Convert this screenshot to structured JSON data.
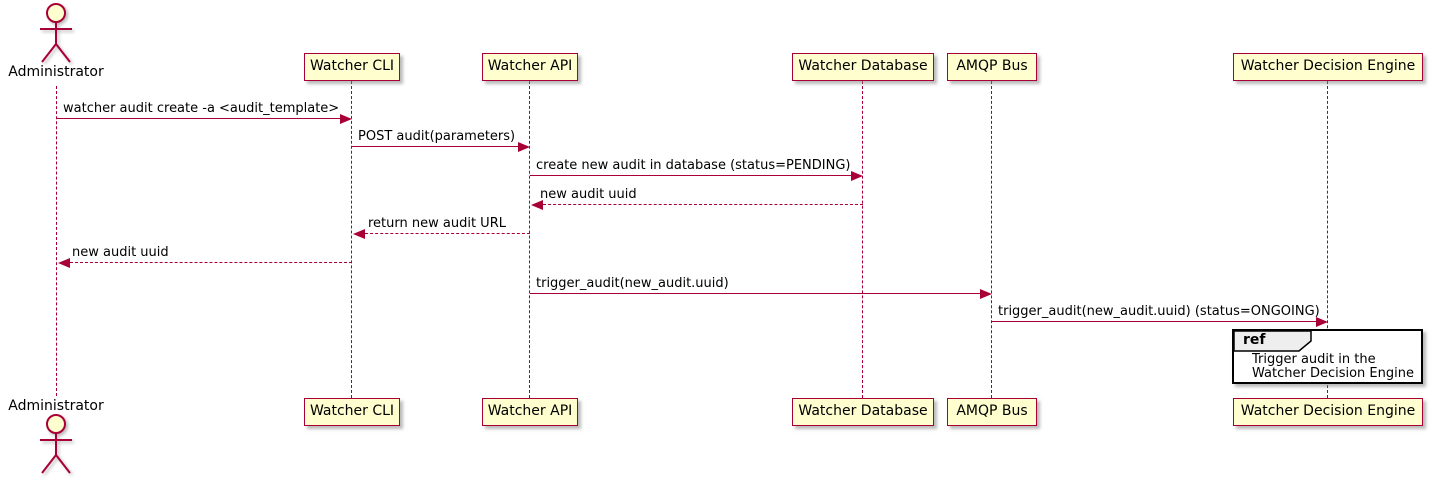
{
  "diagram_type": "sequence",
  "colors": {
    "stroke": "#a80036",
    "participant_fill": "#fefece",
    "ref_header_fill": "#eeeeee",
    "ref_border": "#000000",
    "text": "#000000",
    "background": "#ffffff"
  },
  "actors": {
    "top_label": "Administrator",
    "bottom_label": "Administrator"
  },
  "participants": [
    {
      "label": "Watcher CLI"
    },
    {
      "label": "Watcher API"
    },
    {
      "label": "Watcher Database"
    },
    {
      "label": "AMQP Bus"
    },
    {
      "label": "Watcher Decision Engine"
    }
  ],
  "messages": [
    {
      "text": "watcher audit create -a <audit_template>",
      "from": "Administrator",
      "to": "Watcher CLI",
      "line": "solid"
    },
    {
      "text": "POST audit(parameters)",
      "from": "Watcher CLI",
      "to": "Watcher API",
      "line": "solid"
    },
    {
      "text": "create new audit in database (status=PENDING)",
      "from": "Watcher API",
      "to": "Watcher Database",
      "line": "solid"
    },
    {
      "text": "new audit uuid",
      "from": "Watcher Database",
      "to": "Watcher API",
      "line": "dashed"
    },
    {
      "text": "return new audit URL",
      "from": "Watcher API",
      "to": "Watcher CLI",
      "line": "dashed"
    },
    {
      "text": "new audit uuid",
      "from": "Watcher CLI",
      "to": "Administrator",
      "line": "dashed"
    },
    {
      "text": "trigger_audit(new_audit.uuid)",
      "from": "Watcher API",
      "to": "AMQP Bus",
      "line": "solid"
    },
    {
      "text": "trigger_audit(new_audit.uuid) (status=ONGOING)",
      "from": "AMQP Bus",
      "to": "Watcher Decision Engine",
      "line": "solid"
    }
  ],
  "ref": {
    "keyword": "ref",
    "line1": "Trigger audit in the",
    "line2": "Watcher Decision Engine"
  }
}
